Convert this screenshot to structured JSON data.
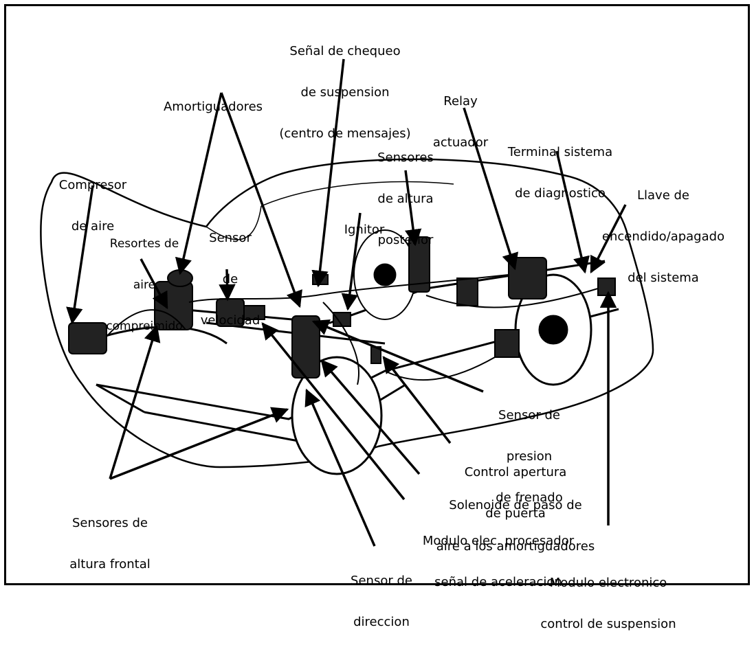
{
  "colors": {
    "ink": "#000000",
    "background": "#ffffff"
  },
  "labels": {
    "senal": [
      "Señal de chequeo",
      "de suspension",
      "(centro de mensajes)"
    ],
    "amortiguadores": [
      "Amortiguadores"
    ],
    "relay": [
      "Relay",
      "actuador"
    ],
    "terminal": [
      "Terminal sistema",
      "de diagnostico"
    ],
    "sensores_post": [
      "Sensores",
      "de altura",
      "posterior"
    ],
    "compresor": [
      "Compresor",
      "de aire"
    ],
    "llave": [
      "Llave de",
      "encendido/apagado",
      "del sistema"
    ],
    "ignitor": [
      "Ignitor"
    ],
    "resortes": [
      "Resortes de",
      "aire",
      "compreimido"
    ],
    "sensor_vel": [
      "Sensor",
      "de",
      "velocidad"
    ],
    "presion": [
      "Sensor de",
      "presion",
      "de frenado"
    ],
    "puerta": [
      "Control apertura",
      "de puerta"
    ],
    "solenoide": [
      "Solenoide de paso de",
      "aire a los amortiguadores"
    ],
    "frontal": [
      "Sensores de",
      "altura frontal"
    ],
    "modulo_acel": [
      "Modulo elec. procesador",
      "señal de aceleracion"
    ],
    "direccion": [
      "Sensor de",
      "direccion"
    ],
    "modulo_susp": [
      "Modulo electronico",
      "control de suspension"
    ]
  }
}
